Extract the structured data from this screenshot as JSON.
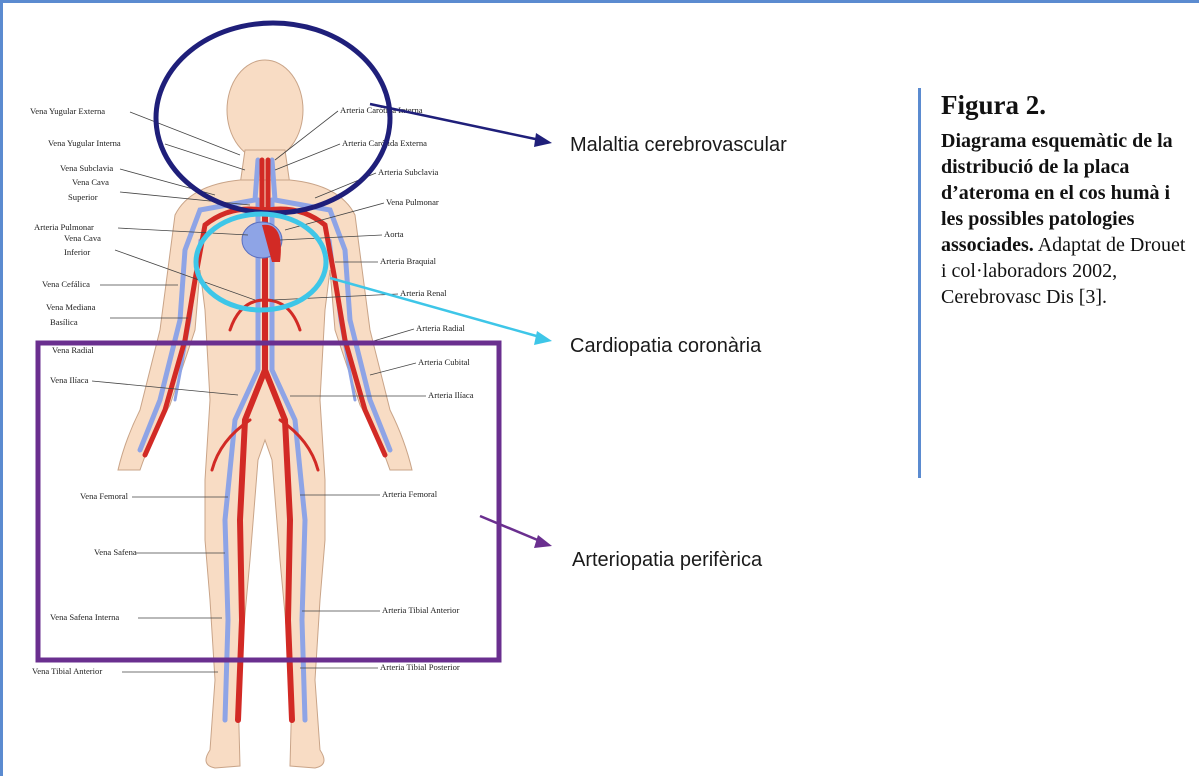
{
  "labels_left": [
    "Vena Yugular Externa",
    "Vena Yugular Interna",
    "Vena Subclavia",
    "Vena Cava",
    "Superior",
    "Arteria Pulmonar",
    "Vena Cava",
    "Inferior",
    "Vena Cefálica",
    "Vena Mediana",
    "Basílica",
    "Vena Radial",
    "Vena Ilíaca",
    "Vena Femoral",
    "Vena Safena",
    "Vena Safena Interna",
    "Vena Tibial Anterior"
  ],
  "labels_right": [
    "Arteria Carótida Interna",
    "Arteria Carótida Externa",
    "Arteria Subclavia",
    "Vena Pulmonar",
    "Aorta",
    "Arteria Braquial",
    "Arteria Renal",
    "Arteria Radial",
    "Arteria Cubital",
    "Arteria Ilíaca",
    "Arteria Femoral",
    "Arteria Tibial Anterior",
    "Arteria Tibial Posterior"
  ],
  "callouts": {
    "cerebro": "Malaltia cerebrovascular",
    "coronary": "Cardiopatia coronària",
    "peripheral": "Arteriopatia perifèrica"
  },
  "colors": {
    "frame": "#5b8bd0",
    "cerebro": "#1f1f7a",
    "coronary": "#3ec6e8",
    "peripheral": "#6a2f8f",
    "artery": "#d22a25",
    "vein": "#8ea4e6",
    "skin": "#f8dcc4"
  },
  "caption": {
    "title": "Figura 2.",
    "bold": "Diagrama esquemàtic de la distribució de la placa d’ateroma en el cos humà i les possibles patologies associades.",
    "normal": " Adaptat de Drouet i col·laboradors 2002, Cerebrovasc Dis [3]."
  }
}
